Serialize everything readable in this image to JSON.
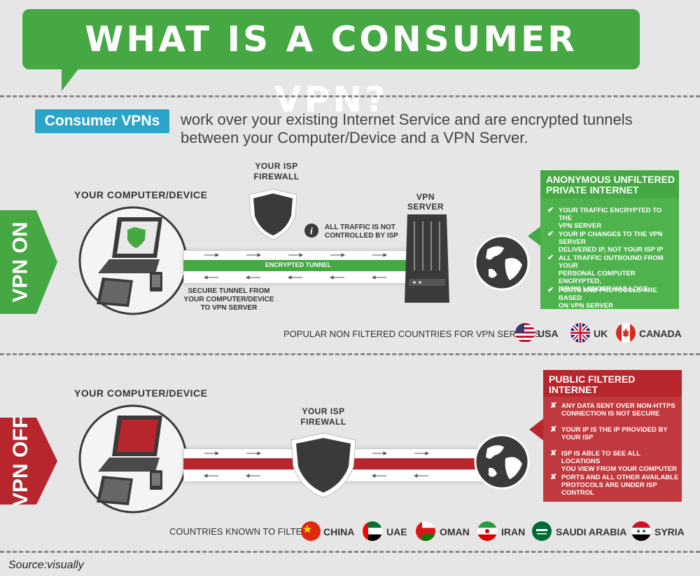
{
  "title": "WHAT IS A CONSUMER VPN?",
  "intro": {
    "badge": "Consumer VPNs",
    "line1": "work over your existing Internet Service and are encrypted tunnels",
    "line2": "between your Computer/Device and a VPN Server."
  },
  "vpn_on": {
    "side_label": "VPN ON",
    "computer_label": "YOUR COMPUTER/DEVICE",
    "firewall_label_1": "YOUR ISP",
    "firewall_label_2": "FIREWALL",
    "traffic_note_1": "ALL TRAFFIC IS NOT",
    "traffic_note_2": "CONTROLLED BY ISP",
    "server_label_1": "VPN",
    "server_label_2": "SERVER",
    "tunnel_label": "ENCRYPTED TUNNEL",
    "secure_note_1": "SECURE TUNNEL FROM",
    "secure_note_2": "YOUR COMPUTER/DEVICE",
    "secure_note_3": "TO VPN SERVER",
    "panel_title_1": "ANONYMOUS UNFILTERED",
    "panel_title_2": "PRIVATE INTERNET",
    "panel_items": [
      {
        "l1": "YOUR TRAFFIC ENCRYPTED TO THE",
        "l2": "VPN SERVER",
        "l3": ""
      },
      {
        "l1": "YOUR IP CHANGES TO THE VPN SERVER",
        "l2": "DELIVERED IP, NOT YOUR ISP IP",
        "l3": ""
      },
      {
        "l1": "ALL TRAFFIC OUTBOUND FROM YOUR",
        "l2": "PERSONAL COMPUTER ENCRYPTED,",
        "l3": "ISP NO LONGER HAS LOGS"
      },
      {
        "l1": "PORTS AND PROTOCOLS ARE BASED",
        "l2": "ON VPN SERVER",
        "l3": ""
      }
    ],
    "countries_label": "POPULAR NON FILTERED COUNTRIES FOR VPN SERVERS:",
    "countries": [
      "USA",
      "UK",
      "CANADA"
    ]
  },
  "vpn_off": {
    "side_label": "VPN OFF",
    "computer_label": "YOUR COMPUTER/DEVICE",
    "firewall_label_1": "YOUR ISP",
    "firewall_label_2": "FIREWALL",
    "panel_title_1": "PUBLIC FILTERED",
    "panel_title_2": "INTERNET",
    "panel_items": [
      {
        "l1": "ANY DATA SENT OVER NON-HTTPS",
        "l2": "CONNECTION IS NOT SECURE"
      },
      {
        "l1": "YOUR IP IS THE IP PROVIDED BY",
        "l2": "YOUR ISP"
      },
      {
        "l1": "ISP IS ABLE TO SEE ALL LOCATIONS",
        "l2": "YOU VIEW FROM YOUR COMPUTER"
      },
      {
        "l1": "PORTS AND ALL OTHER AVAILABLE",
        "l2": "PROTOCOLS ARE UNDER ISP CONTROL"
      }
    ],
    "countries_label": "COUNTRIES KNOWN TO FILTER:",
    "countries": [
      "CHINA",
      "UAE",
      "OMAN",
      "IRAN",
      "SAUDI ARABIA",
      "SYRIA"
    ]
  },
  "source": "Source:visually",
  "colors": {
    "green": "#45a843",
    "red": "#b7262c",
    "blue": "#2aa5c9",
    "dark": "#3a3a3a"
  },
  "icons": [
    "shield-icon",
    "info-icon",
    "server-icon",
    "globe-icon",
    "laptop-icon",
    "tablet-icon",
    "phone-icon",
    "check-icon",
    "cross-icon",
    "arrow-icon"
  ]
}
